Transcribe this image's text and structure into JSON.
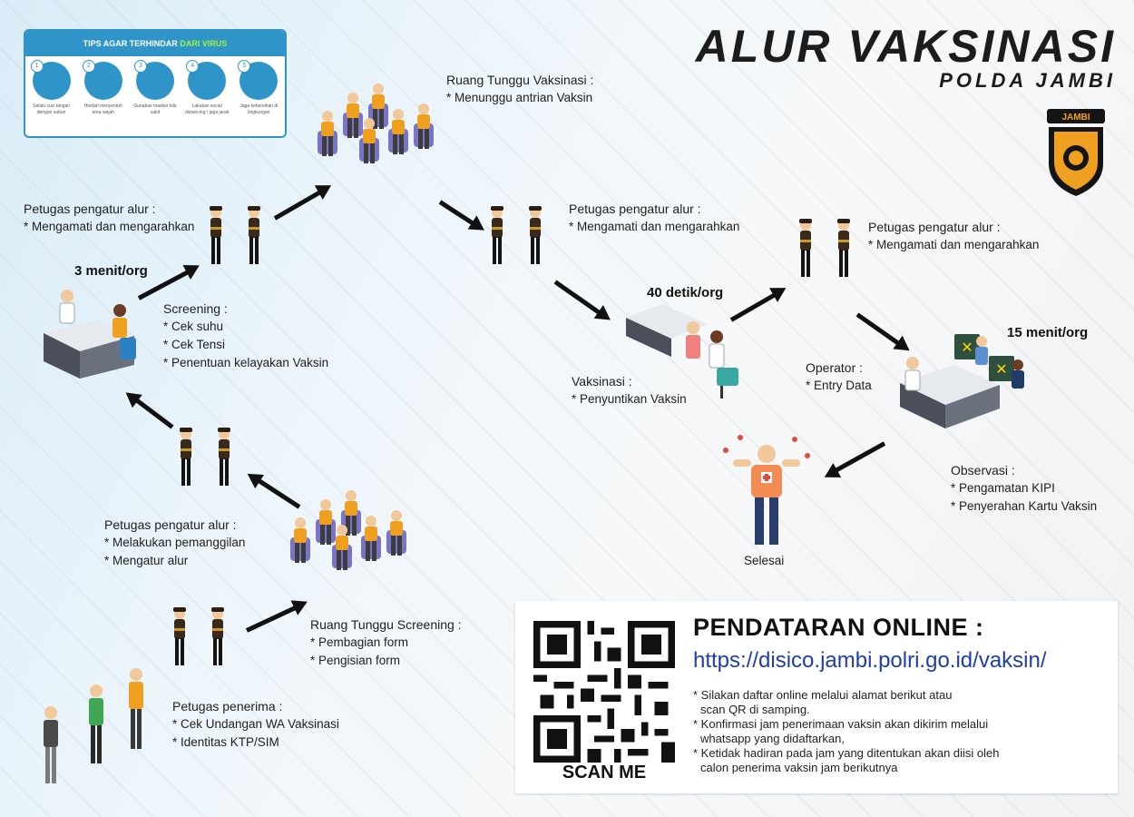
{
  "header": {
    "title": "ALUR VAKSINASI",
    "subtitle": "POLDA JAMBI",
    "badge_text": "JAMBI"
  },
  "tips": {
    "title_part1": "TIPS AGAR TERHINDAR",
    "title_part2": "DARI VIRUS",
    "items": [
      {
        "num": "1",
        "text": "Selalu cuci tangan dengan sabun"
      },
      {
        "num": "2",
        "text": "Hindari menyentuh area wajah"
      },
      {
        "num": "3",
        "text": "Gunakan masker bila sakit"
      },
      {
        "num": "4",
        "text": "Lakukan social distancing / jaga jarak"
      },
      {
        "num": "5",
        "text": "Jaga kebersihan di lingkungan"
      }
    ]
  },
  "steps": {
    "penerima": {
      "title": "Petugas penerima :",
      "items": [
        "* Cek Undangan WA Vaksinasi",
        "* Identitas KTP/SIM"
      ]
    },
    "ruang_screening": {
      "title": "Ruang Tunggu Screening :",
      "items": [
        "* Pembagian form",
        "* Pengisian form"
      ]
    },
    "pengatur1": {
      "title": "Petugas pengatur alur :",
      "items": [
        "* Melakukan pemanggilan",
        "* Mengatur alur"
      ]
    },
    "screening": {
      "title": "Screening :",
      "items": [
        "* Cek suhu",
        "* Cek Tensi",
        "* Penentuan kelayakan Vaksin"
      ],
      "time": "3 menit/org"
    },
    "pengatur2": {
      "title": "Petugas pengatur alur :",
      "items": [
        "* Mengamati dan mengarahkan"
      ]
    },
    "ruang_vaksin": {
      "title": "Ruang Tunggu Vaksinasi :",
      "items": [
        "* Menunggu antrian Vaksin"
      ]
    },
    "pengatur3": {
      "title": "Petugas pengatur alur :",
      "items": [
        "* Mengamati dan mengarahkan"
      ]
    },
    "vaksinasi": {
      "title": "Vaksinasi :",
      "items": [
        "* Penyuntikan Vaksin"
      ],
      "time": "40 detik/org"
    },
    "pengatur4": {
      "title": "Petugas pengatur alur :",
      "items": [
        "* Mengamati dan mengarahkan"
      ]
    },
    "operator": {
      "title": "Operator :",
      "items": [
        "* Entry Data"
      ],
      "time": "15 menit/org"
    },
    "observasi": {
      "title": "Observasi :",
      "items": [
        "* Pengamatan KIPI",
        "* Penyerahan Kartu Vaksin"
      ]
    },
    "selesai": {
      "title": "Selesai"
    }
  },
  "online": {
    "heading": "PENDATARAN ONLINE :",
    "url": "https://disico.jambi.polri.go.id/vaksin/",
    "notes": [
      "* Silakan daftar online melalui alamat berikut atau",
      "   scan QR di samping.",
      "* Konfirmasi jam penerimaan vaksin akan dikirim melalui",
      "   whatsapp yang didaftarkan,",
      "* Ketidak hadiran pada jam yang ditentukan akan diisi oleh",
      "   calon penerima vaksin jam berikutnya"
    ],
    "scan_label": "SCAN ME"
  },
  "colors": {
    "accent_blue": "#2f95c9",
    "url_blue": "#1f3ea8",
    "uniform": "#3a2a1c",
    "badge_orange": "#f0a020",
    "badge_black": "#151515"
  }
}
